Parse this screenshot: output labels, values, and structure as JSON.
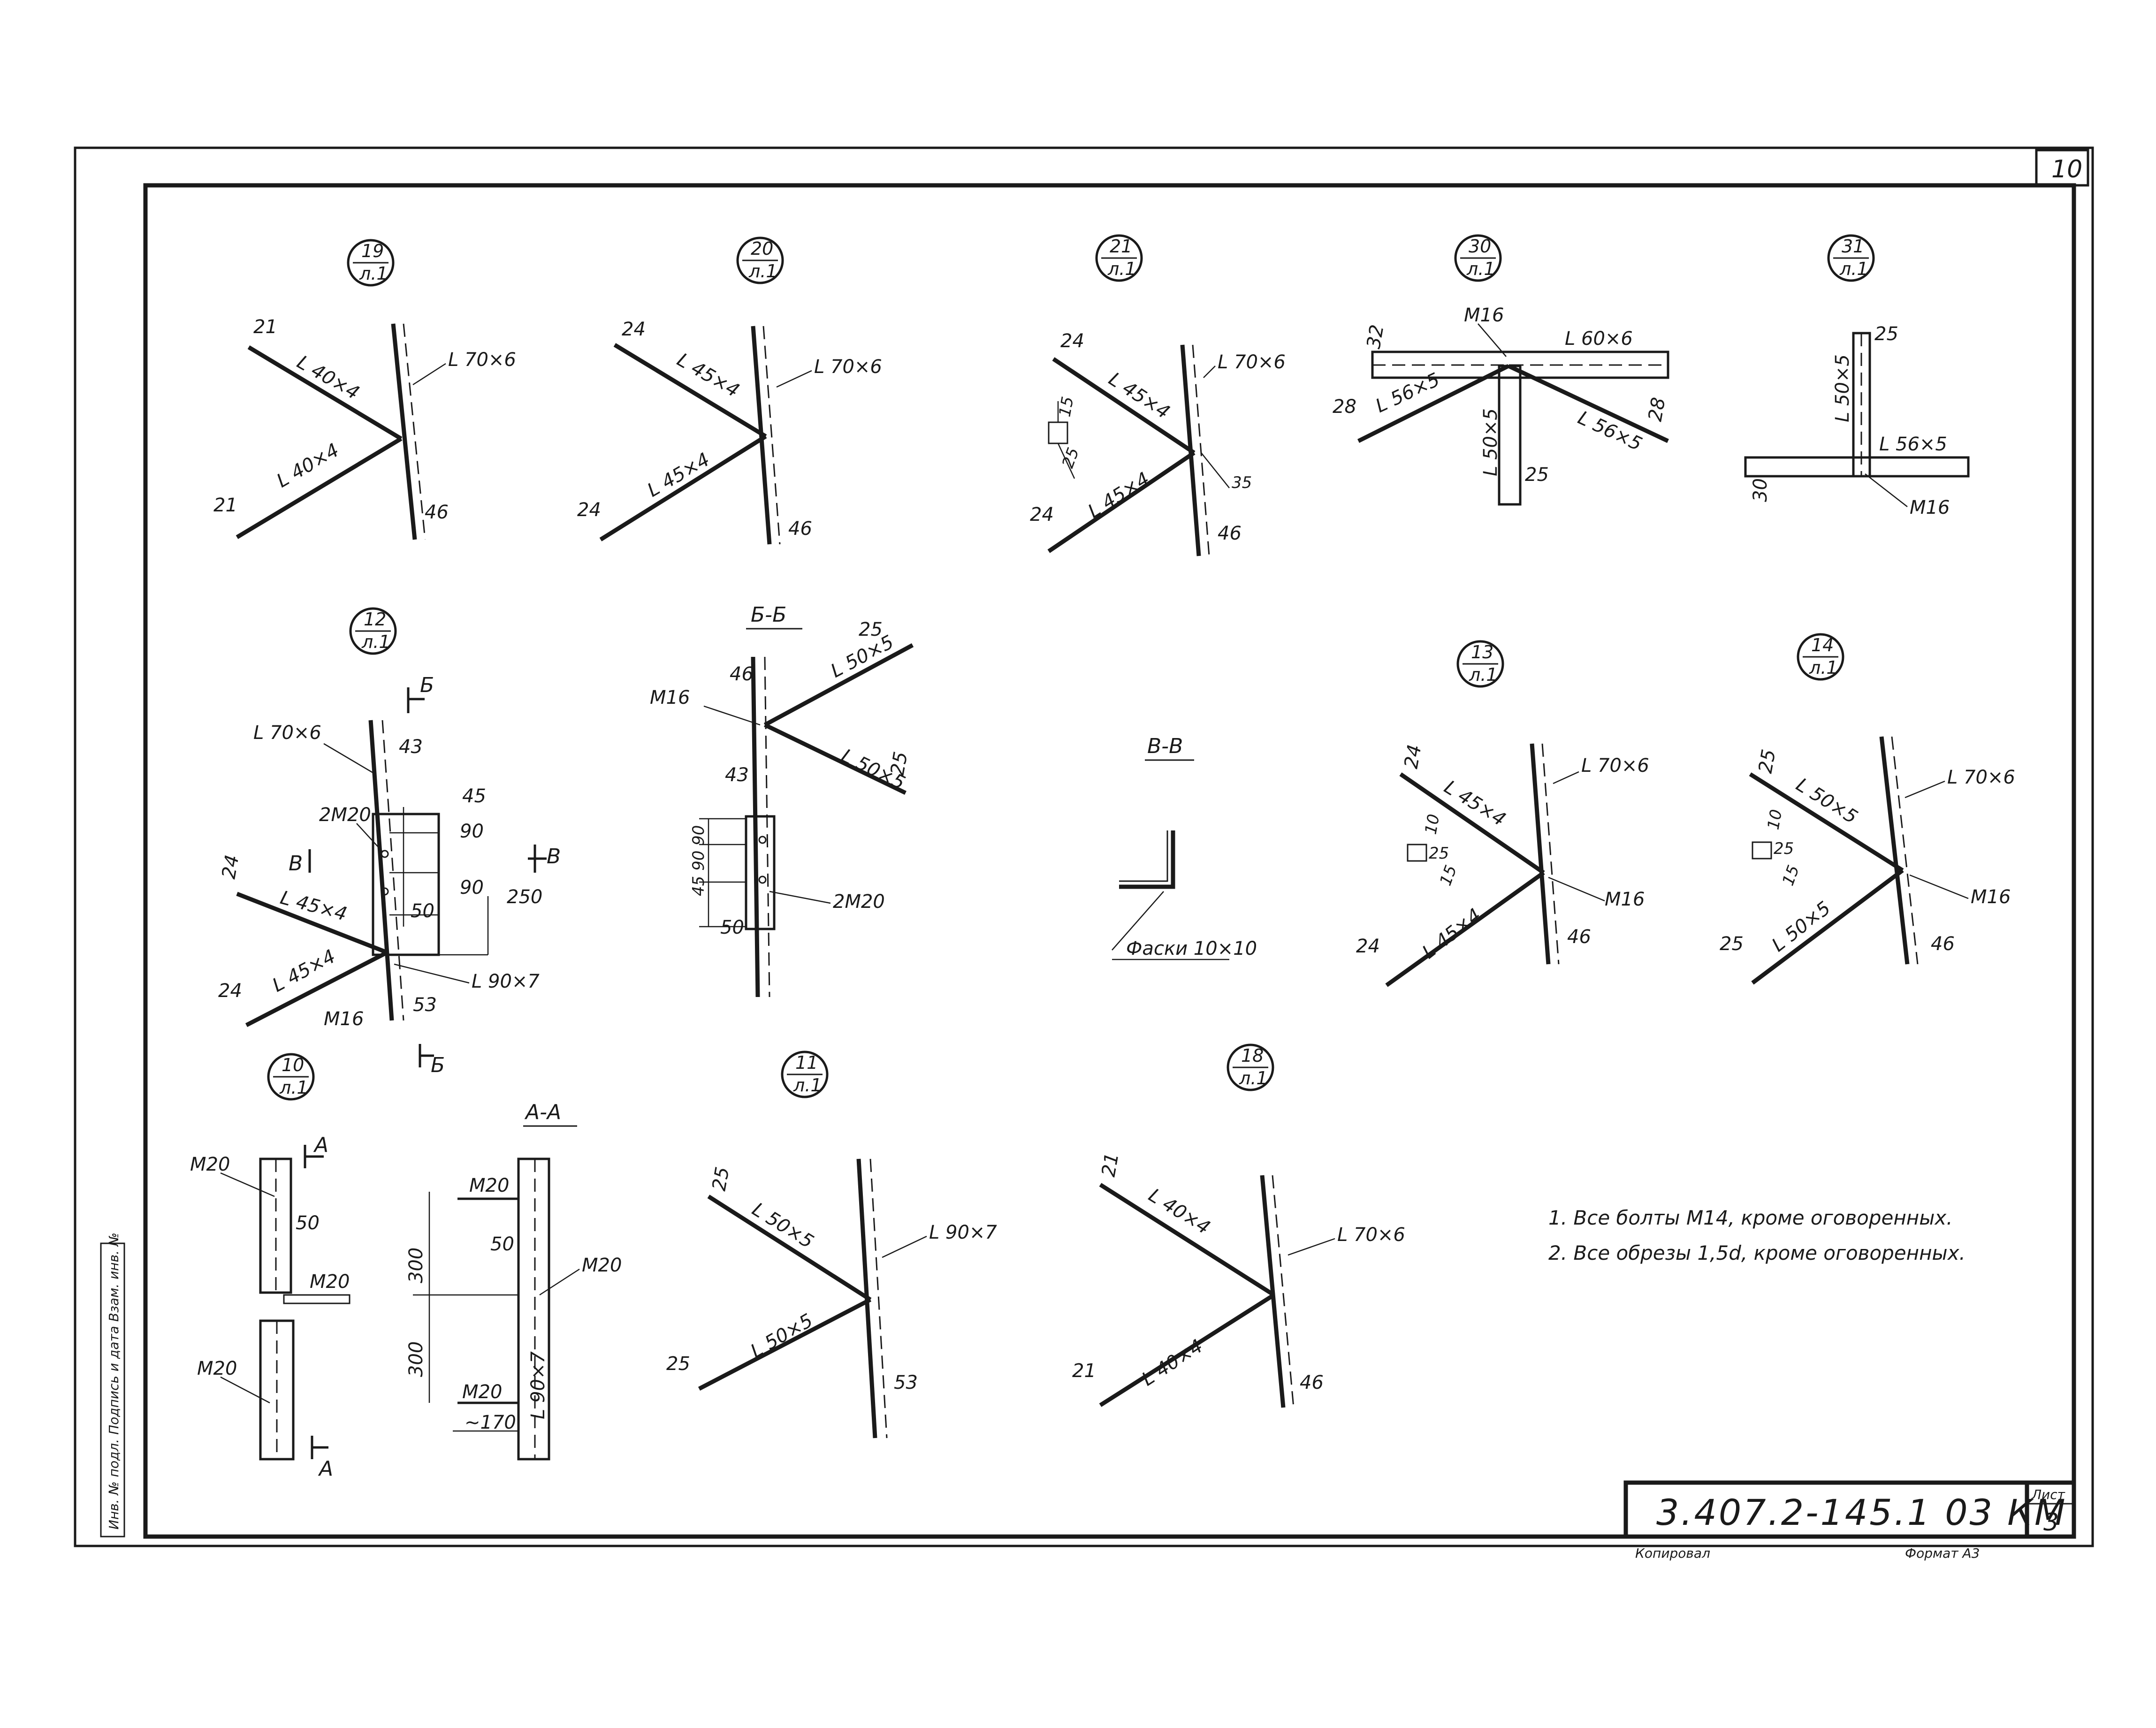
{
  "page_number": "10",
  "notes": [
    "1. Все болты М14, кроме оговоренных.",
    "2. Все обрезы 1,5d, кроме оговоренных."
  ],
  "title_block": {
    "code": "3.407.2-145.1  03 КМ",
    "sheet_label": "Лист",
    "sheet_number": "3",
    "copied_label": "Копировал",
    "format_label": "Формат А3",
    "side_stamp": "Инв. № подл.  Подпись и дата  Взам. инв. №"
  },
  "nodes": {
    "n19": {
      "mark": "19",
      "sheet": "л.1",
      "lbl_top": "21",
      "brace_top": "L 40×4",
      "post": "L 70×6",
      "brace_bot": "L 40×4",
      "lbl_bot": "21",
      "post_end": "46"
    },
    "n20": {
      "mark": "20",
      "sheet": "л.1",
      "lbl_top": "24",
      "brace_top": "L 45×4",
      "post": "L 70×6",
      "brace_bot": "L 45×4",
      "lbl_bot": "24",
      "post_end": "46"
    },
    "n21": {
      "mark": "21",
      "sheet": "л.1",
      "lbl_top": "24",
      "brace_top": "L 45×4",
      "post": "L 70×6",
      "brace_bot": "L 45×4",
      "lbl_bot": "24",
      "post_end": "46",
      "dim1": "15",
      "dim2": "25",
      "dim3": "35"
    },
    "n30": {
      "mark": "30",
      "sheet": "л.1",
      "bolt": "М16",
      "chord": "L 60×6",
      "chord_end": "32",
      "left_end": "28",
      "left_brace": "L 56×5",
      "vert": "L 50×5",
      "right_brace": "L 56×5",
      "right_end": "28",
      "vert_end": "25"
    },
    "n31": {
      "mark": "31",
      "sheet": "л.1",
      "vert_end": "25",
      "vert": "L 50×5",
      "horiz": "L 56×5",
      "horiz_end": "30",
      "bolt": "М16"
    },
    "n12": {
      "mark": "12",
      "sheet": "л.1",
      "cut": "Б",
      "post": "L 70×6",
      "d43": "43",
      "d45": "45",
      "bolts": "2М20",
      "d90a": "90",
      "d90b": "90",
      "cut_b": "В",
      "d50": "50",
      "d250": "250",
      "brace_top_end": "24",
      "brace_top": "L 45×4",
      "brace_bot": "L 45×4",
      "brace_bot_end": "24",
      "bolt": "М16",
      "chord": "L 90×7",
      "d53": "53"
    },
    "secBB": {
      "title": "Б-Б",
      "end_top": "25",
      "d46": "46",
      "brace_top": "L 50×5",
      "bolt": "М16",
      "brace_bot": "L 50×5",
      "brace_bot_end": "25",
      "d43": "43",
      "dims": "45 90 90",
      "bolts": "2М20",
      "d50": "50"
    },
    "secVV": {
      "title": "В-В",
      "note": "Фаски 10×10"
    },
    "n13": {
      "mark": "13",
      "sheet": "л.1",
      "lbl_top": "24",
      "brace_top": "L 45×4",
      "post": "L 70×6",
      "d10": "10",
      "d25": "25",
      "d15": "15",
      "bolt": "М16",
      "brace_bot": "L 45×4",
      "lbl_bot": "24",
      "post_end": "46"
    },
    "n14": {
      "mark": "14",
      "sheet": "л.1",
      "lbl_top": "25",
      "brace_top": "L 50×5",
      "post": "L 70×6",
      "d10": "10",
      "d25": "25",
      "d15": "15",
      "bolt": "М16",
      "brace_bot": "L 50×5",
      "lbl_bot": "25",
      "post_end": "46"
    },
    "n10": {
      "mark": "10",
      "sheet": "л.1",
      "cut": "А",
      "bolt_top": "М20",
      "d50": "50",
      "bolt_mid": "М20",
      "bolt_bot": "М20"
    },
    "secAA": {
      "title": "А-А",
      "bolt_top": "М20",
      "d50": "50",
      "bolt_mid": "М20",
      "d300a": "300",
      "d300b": "300",
      "chord": "L 90×7",
      "bolt_bot": "М20",
      "d170": "~170"
    },
    "n11": {
      "mark": "11",
      "sheet": "л.1",
      "lbl_top": "25",
      "brace_top": "L 50×5",
      "post": "L 90×7",
      "brace_bot": "L 50×5",
      "lbl_bot": "25",
      "post_end": "53"
    },
    "n18": {
      "mark": "18",
      "sheet": "л.1",
      "lbl_top": "21",
      "brace_top": "L 40×4",
      "post": "L 70×6",
      "brace_bot": "L 40×4",
      "lbl_bot": "21",
      "post_end": "46"
    }
  }
}
